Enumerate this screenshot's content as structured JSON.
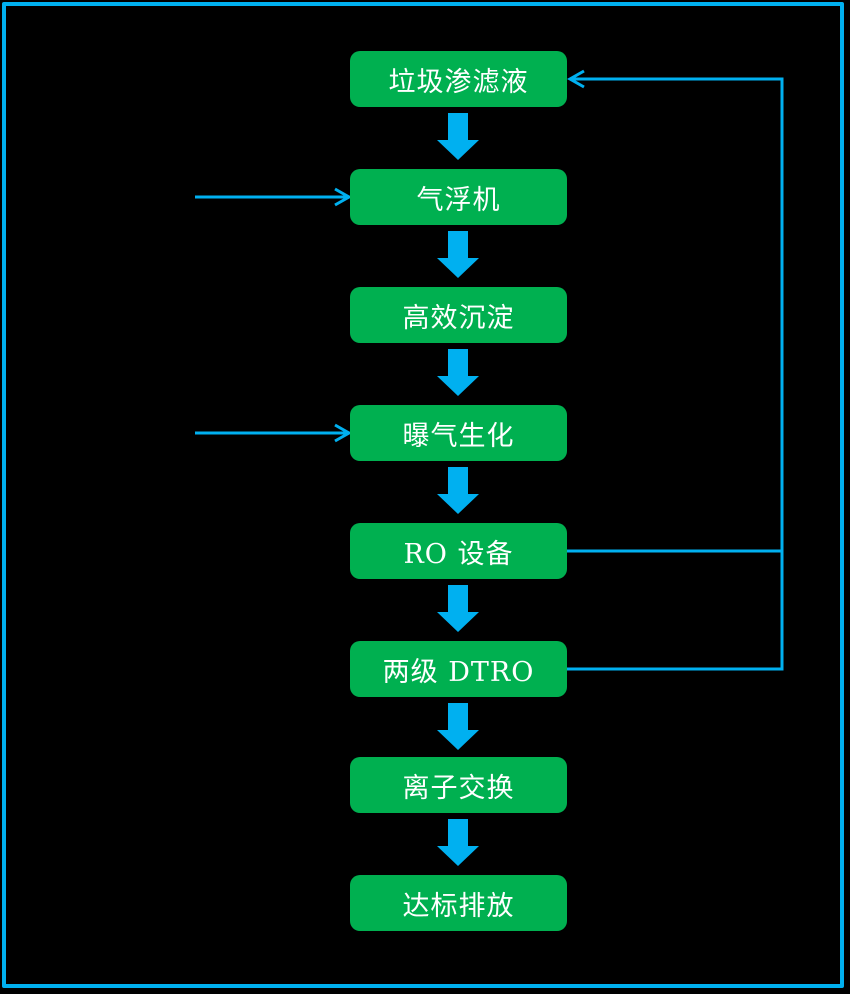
{
  "diagram": {
    "type": "flowchart",
    "colors": {
      "background": "#000000",
      "frame_border": "#00B0F0",
      "node_fill": "#00B050",
      "node_text": "#FFFFFF",
      "arrow": "#00B0F0"
    },
    "nodes": [
      {
        "id": "landfill-leachate",
        "label": "垃圾渗滤液"
      },
      {
        "id": "air-flotation",
        "label": "气浮机"
      },
      {
        "id": "high-efficiency-sedimentation",
        "label": "高效沉淀"
      },
      {
        "id": "aeration-biochemical",
        "label": "曝气生化"
      },
      {
        "id": "ro-equipment",
        "label": "RO 设备"
      },
      {
        "id": "two-stage-dtro",
        "label": "两级 DTRO"
      },
      {
        "id": "ion-exchange",
        "label": "离子交换"
      },
      {
        "id": "standard-discharge",
        "label": "达标排放"
      }
    ],
    "edges": [
      {
        "from": "landfill-leachate",
        "to": "air-flotation",
        "style": "block-arrow-down"
      },
      {
        "from": "air-flotation",
        "to": "high-efficiency-sedimentation",
        "style": "block-arrow-down"
      },
      {
        "from": "high-efficiency-sedimentation",
        "to": "aeration-biochemical",
        "style": "block-arrow-down"
      },
      {
        "from": "aeration-biochemical",
        "to": "ro-equipment",
        "style": "block-arrow-down"
      },
      {
        "from": "ro-equipment",
        "to": "two-stage-dtro",
        "style": "block-arrow-down"
      },
      {
        "from": "two-stage-dtro",
        "to": "ion-exchange",
        "style": "block-arrow-down"
      },
      {
        "from": "ion-exchange",
        "to": "standard-discharge",
        "style": "block-arrow-down"
      },
      {
        "from": "external-left",
        "to": "air-flotation",
        "style": "thin-arrow-right"
      },
      {
        "from": "external-left",
        "to": "aeration-biochemical",
        "style": "thin-arrow-right"
      },
      {
        "from": "ro-equipment",
        "to": "landfill-leachate",
        "style": "thin-recycle-line"
      },
      {
        "from": "two-stage-dtro",
        "to": "landfill-leachate",
        "style": "thin-recycle-line"
      }
    ]
  }
}
